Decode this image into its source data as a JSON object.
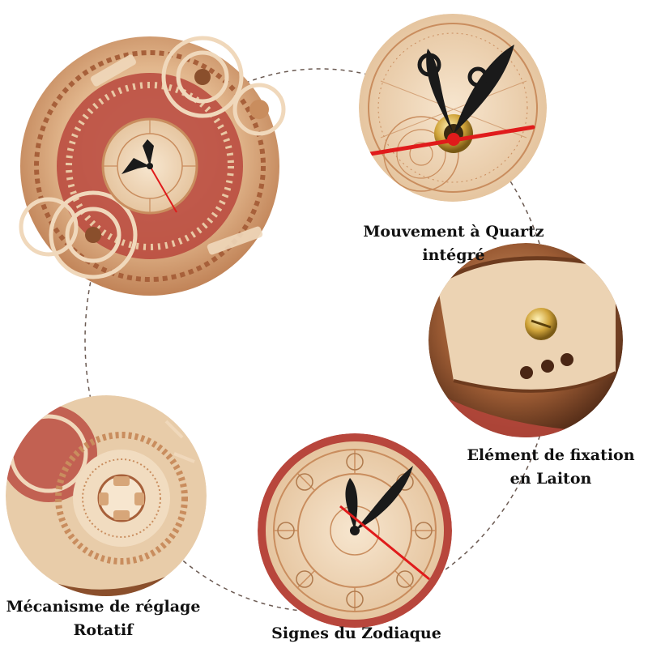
{
  "colors": {
    "background": "#ffffff",
    "connector": "#6b5a52",
    "wood_light": "#e9c9a5",
    "wood_mid": "#c98d5e",
    "wood_dark": "#8a4f2c",
    "red_accent": "#b8463c",
    "hand_black": "#1a1a1a",
    "second_hand": "#e01b1b",
    "brass": "#c9a23a",
    "caption_text": "#111111"
  },
  "captions": {
    "quartz": {
      "line1": "Mouvement à Quartz",
      "line2": "intégré"
    },
    "brass": {
      "line1": "Elément de fixation",
      "line2": "en Laiton"
    },
    "rotatif": {
      "line1": "Mécanisme de réglage",
      "line2": "Rotatif"
    },
    "zodiaque": {
      "line1": "Signes du Zodiaque"
    }
  },
  "images": {
    "main_clock": "wooden-zodiac-clock-full-view",
    "quartz_detail": "quartz-movement-closeup",
    "brass_detail": "brass-fastener-closeup",
    "rotatif_detail": "rotating-mechanism-closeup",
    "zodiac_detail": "zodiac-dial-closeup"
  }
}
